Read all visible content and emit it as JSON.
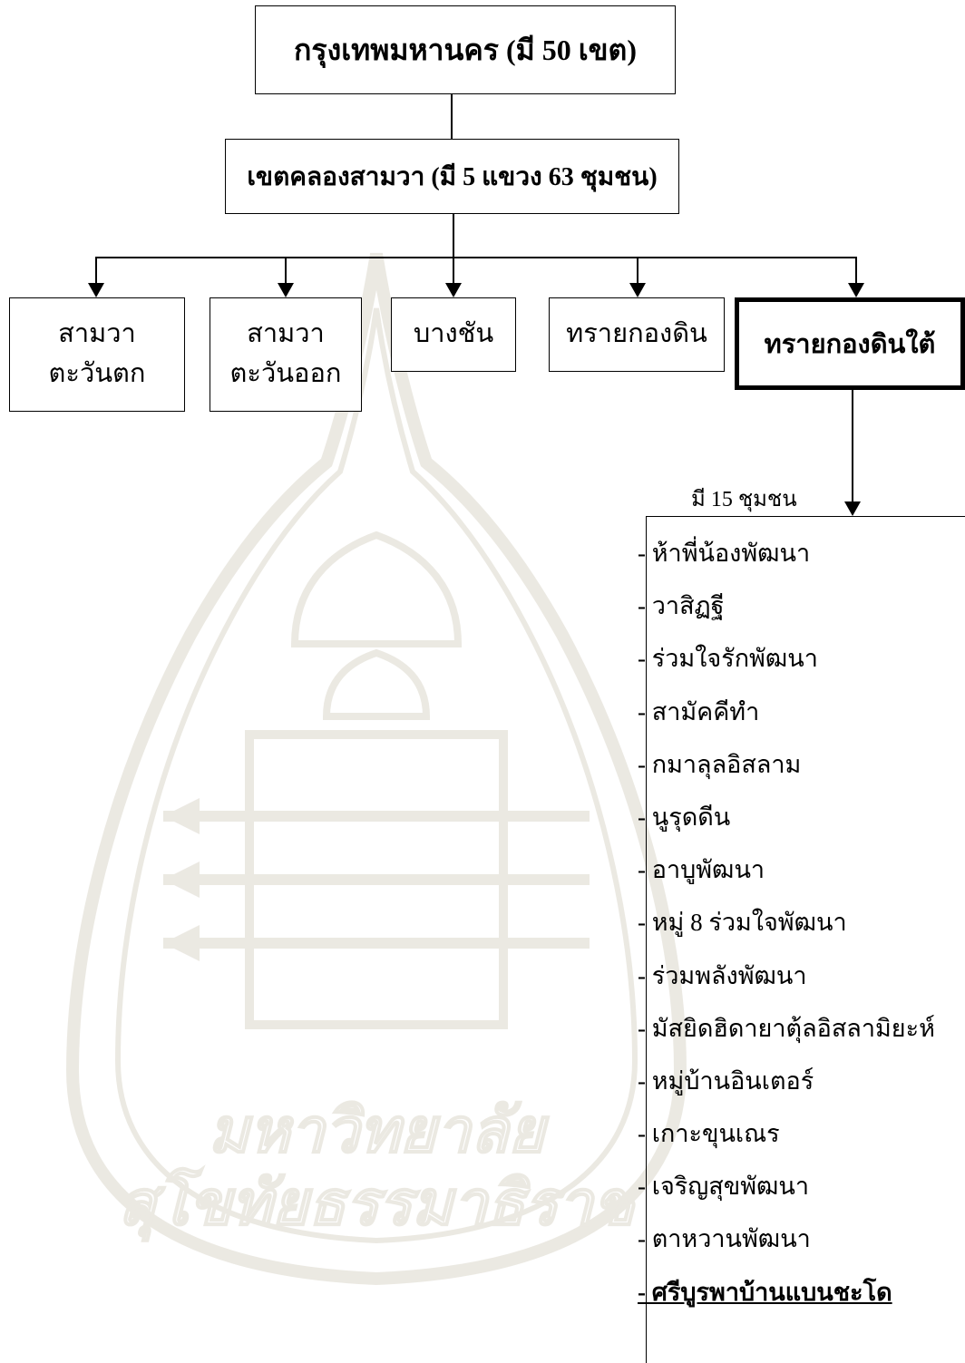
{
  "hierarchy": {
    "root": "กรุงเทพมหานคร (มี 50 เขต)",
    "district": "เขตคลองสามวา (มี 5 แขวง 63 ชุมชน)",
    "subdistricts": [
      {
        "line1": "สามวา",
        "line2": "ตะวันตก"
      },
      {
        "line1": "สามวา",
        "line2": "ตะวันออก"
      },
      {
        "line1": "บางชัน"
      },
      {
        "line1": "ทรายกองดิน"
      },
      {
        "line1": "ทรายกองดินใต้"
      }
    ],
    "selected_subdistrict": "ทรายกองดินใต้",
    "community_count_label": "มี 15 ชุมชน",
    "communities": [
      "- ห้าพี่น้องพัฒนา",
      "- วาสิฏฐี",
      "- ร่วมใจรักพัฒนา",
      "- สามัคคีทำ",
      "- กมาลุลอิสลาม",
      "- นูรุดดีน",
      "- อาบูพัฒนา",
      "- หมู่ 8 ร่วมใจพัฒนา",
      "- ร่วมพลังพัฒนา",
      "- มัสยิดฮิดายาตุ้ลอิสลามิยะห์",
      "- หมู่บ้านอินเตอร์",
      "- เกาะขุนเณร",
      "- เจริญสุขพัฒนา",
      "- ตาหวานพัฒนา",
      "- ศรีบูรพาบ้านแบนชะโด"
    ],
    "highlighted_community": "- ศรีบูรพาบ้านแบนชะโด"
  },
  "watermark": {
    "text_line1": "มหาวิทยาลัย",
    "text_line2": "สุโขทัยธรรมาธิราช"
  }
}
